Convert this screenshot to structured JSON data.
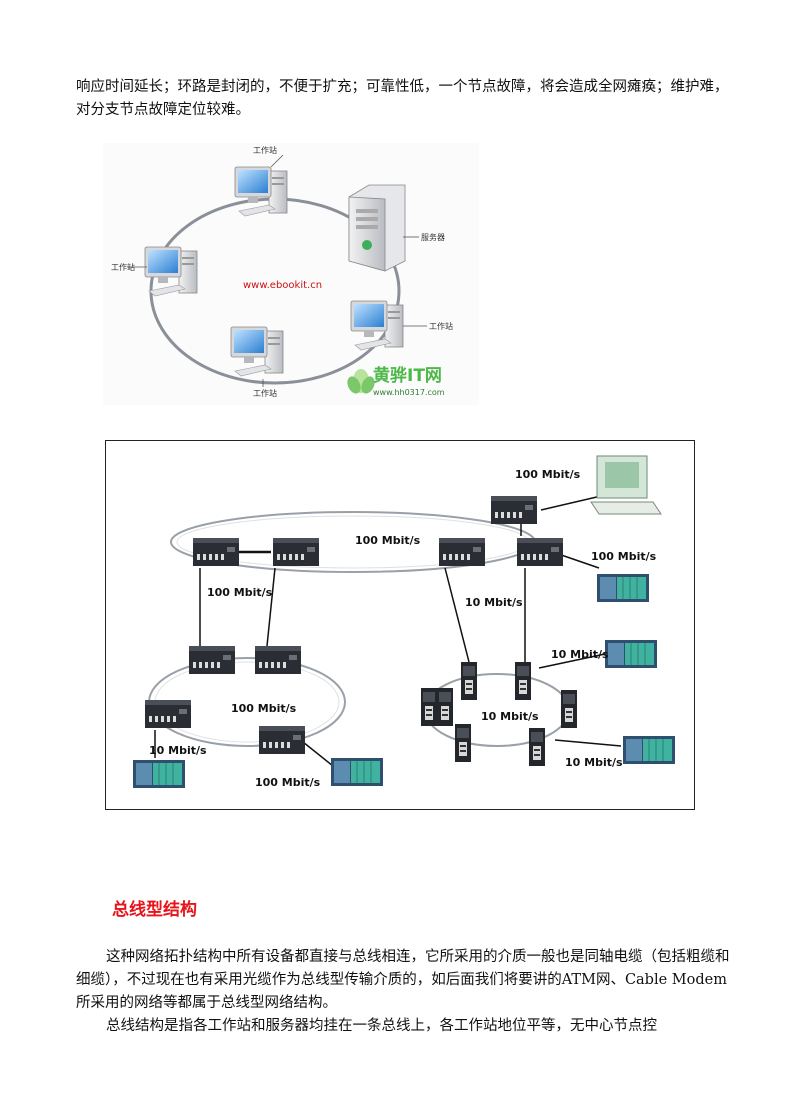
{
  "text": {
    "paragraph_1": "响应时间延长；环路是封闭的，不便于扩充；可靠性低，一个节点故障，将会造成全网瘫痪；维护难，对分支节点故障定位较难。",
    "heading": "总线型结构",
    "paragraph_2": "这种网络拓扑结构中所有设备都直接与总线相连，它所采用的介质一般也是同轴电缆（包括粗缆和细缆），不过现在也有采用光缆作为总线型传输介质的，如后面我们将要讲的ATM网、Cable Modem所采用的网络等都属于总线型网络结构。",
    "paragraph_3": "总线结构是指各工作站和服务器均挂在一条总线上，各工作站地位平等，无中心节点控"
  },
  "figure1": {
    "label_top": "工作站",
    "label_left": "工作站",
    "label_right": "工作站",
    "label_bottom": "工作站",
    "label_server": "服务器",
    "watermark_url": "www.ebookit.cn",
    "logo_text": "黄骅IT网",
    "logo_url": "www.hh0317.com",
    "colors": {
      "ring": "#8a8f98",
      "screen": "#3a8fd8",
      "watermark": "#cc1111",
      "logo_green": "#4db848"
    }
  },
  "figure2": {
    "labels": {
      "top_right": "100 Mbit/s",
      "ring_center": "100 Mbit/s",
      "right_mid": "100 Mbit/s",
      "left_link": "100 Mbit/s",
      "right_link": "10 Mbit/s",
      "far_right": "10 Mbit/s",
      "lower_left_ring": "100 Mbit/s",
      "lower_left_down": "10 Mbit/s",
      "lower_left_bottom": "100 Mbit/s",
      "lower_right_center": "10 Mbit/s",
      "lower_right_bottom": "10 Mbit/s"
    }
  }
}
